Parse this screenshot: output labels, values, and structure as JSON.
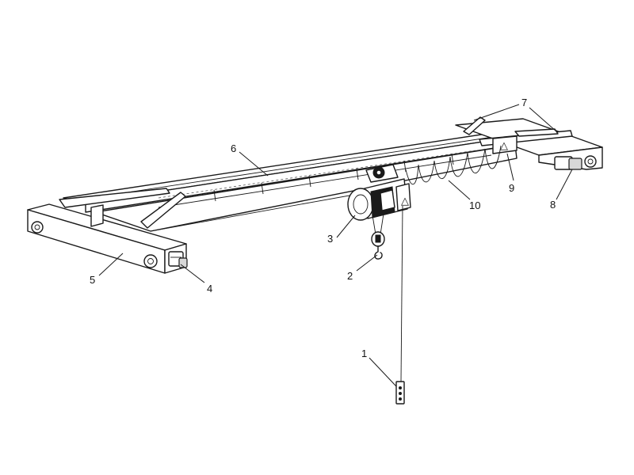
{
  "callouts": [
    {
      "id": "1",
      "label": "1"
    },
    {
      "id": "2",
      "label": "2"
    },
    {
      "id": "3",
      "label": "3"
    },
    {
      "id": "4",
      "label": "4"
    },
    {
      "id": "5",
      "label": "5"
    },
    {
      "id": "6",
      "label": "6"
    },
    {
      "id": "7",
      "label": "7"
    },
    {
      "id": "8",
      "label": "8"
    },
    {
      "id": "9",
      "label": "9"
    },
    {
      "id": "10",
      "label": "10"
    }
  ],
  "warning_symbol": "△",
  "colors": {
    "line": "#1a1a1a",
    "background": "#ffffff"
  }
}
